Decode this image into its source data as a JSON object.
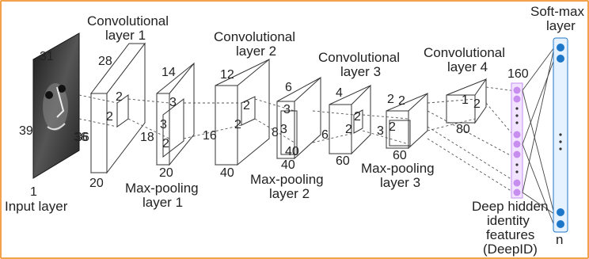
{
  "accent": "#f2a24a",
  "feature_color": "#c78ef0",
  "softmax_color": "#1e76c9",
  "labels": {
    "conv1": [
      "Convolutional",
      "layer 1"
    ],
    "conv2": [
      "Convolutional",
      "layer 2"
    ],
    "conv3": [
      "Convolutional",
      "layer 3"
    ],
    "conv4": [
      "Convolutional",
      "layer 4"
    ],
    "softmax": [
      "Soft-max",
      "layer"
    ],
    "input": [
      "1",
      "Input layer"
    ],
    "pool1": [
      "Max-pooling",
      "layer 1"
    ],
    "pool2": [
      "Max-pooling",
      "layer 2"
    ],
    "pool3": [
      "Max-pooling",
      "layer 3"
    ],
    "deepid": [
      "Deep hidden",
      "identity",
      "features",
      "(DeepID)"
    ],
    "n": "n"
  },
  "dims": {
    "in_w": "31",
    "in_h": "39",
    "in_d": "36",
    "c1_w": "28",
    "c1_h": "36",
    "c1_d": "20",
    "c1_k": "2",
    "p1_w": "14",
    "p1_h": "18",
    "p1_d": "20",
    "p1_k1": "2",
    "p1_k2": "3",
    "p1_k3": "3",
    "c2_w": "12",
    "c2_h": "16",
    "c2_d": "40",
    "c2_k": "2",
    "c2_k2": "2",
    "p2_w": "6",
    "p2_h": "8",
    "p2_d": "40",
    "p2_k1": "3",
    "p2_k2": "3",
    "c3_w": "4",
    "c3_h": "6",
    "c3_d": "60",
    "c3_k": "2",
    "p3_w": "2",
    "p3_h": "3",
    "p3_d": "60",
    "p3_k1": "2",
    "p3_k2": "2",
    "c4_d": "80",
    "c4_k": "1",
    "c4_k2": "2",
    "feat": "160"
  }
}
